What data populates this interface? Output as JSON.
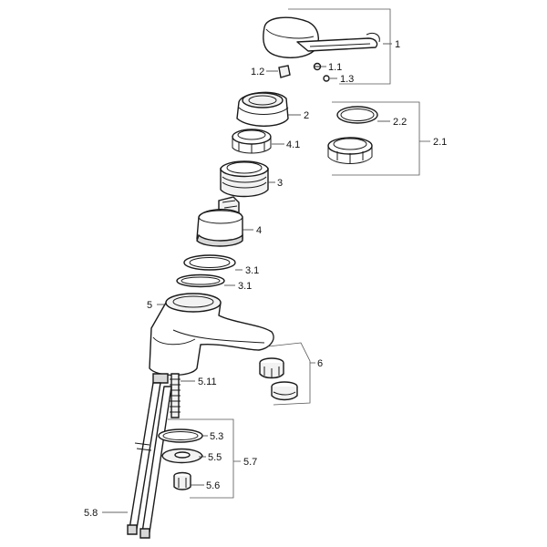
{
  "callouts": [
    {
      "id": "p1",
      "text": "1"
    },
    {
      "id": "p1_1",
      "text": "1.1"
    },
    {
      "id": "p1_2",
      "text": "1.2"
    },
    {
      "id": "p1_3",
      "text": "1.3"
    },
    {
      "id": "p2",
      "text": "2"
    },
    {
      "id": "p2_1",
      "text": "2.1"
    },
    {
      "id": "p2_2",
      "text": "2.2"
    },
    {
      "id": "p4_1",
      "text": "4.1"
    },
    {
      "id": "p3",
      "text": "3"
    },
    {
      "id": "p4",
      "text": "4"
    },
    {
      "id": "p3_1a",
      "text": "3.1"
    },
    {
      "id": "p3_1b",
      "text": "3.1"
    },
    {
      "id": "p5",
      "text": "5"
    },
    {
      "id": "p6",
      "text": "6"
    },
    {
      "id": "p5_11",
      "text": "5.11"
    },
    {
      "id": "p5_3",
      "text": "5.3"
    },
    {
      "id": "p5_5",
      "text": "5.5"
    },
    {
      "id": "p5_7",
      "text": "5.7"
    },
    {
      "id": "p5_6",
      "text": "5.6"
    },
    {
      "id": "p5_8",
      "text": "5.8"
    }
  ]
}
